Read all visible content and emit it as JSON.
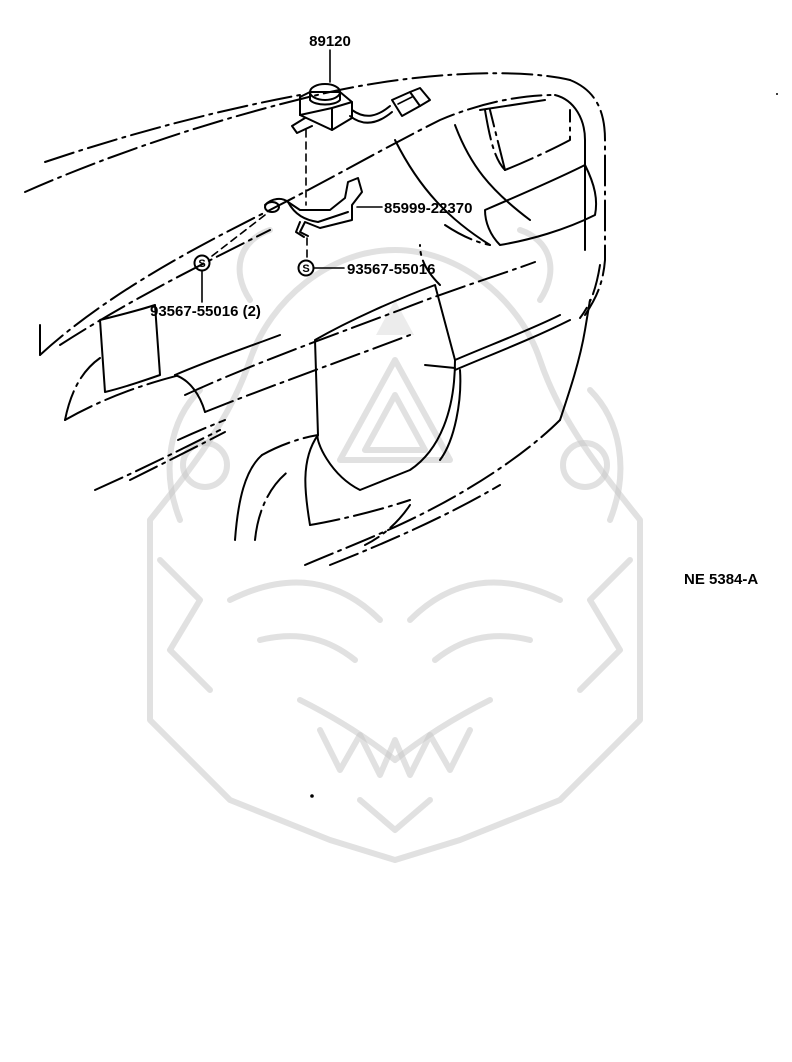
{
  "diagram": {
    "part_labels": {
      "horn": "89120",
      "bracket": "85999-22370",
      "screw_right": "93567-55016",
      "screw_left": "93567-55016 (2)"
    },
    "screw_mark": "S",
    "figure_code": "NE 5384-A"
  },
  "colors": {
    "ink": "#000000",
    "watermark": "#c9c9c9",
    "background": "#ffffff"
  },
  "icons": [
    "horn-icon",
    "bracket-icon",
    "screw-icon",
    "watermark-logo-icon"
  ]
}
